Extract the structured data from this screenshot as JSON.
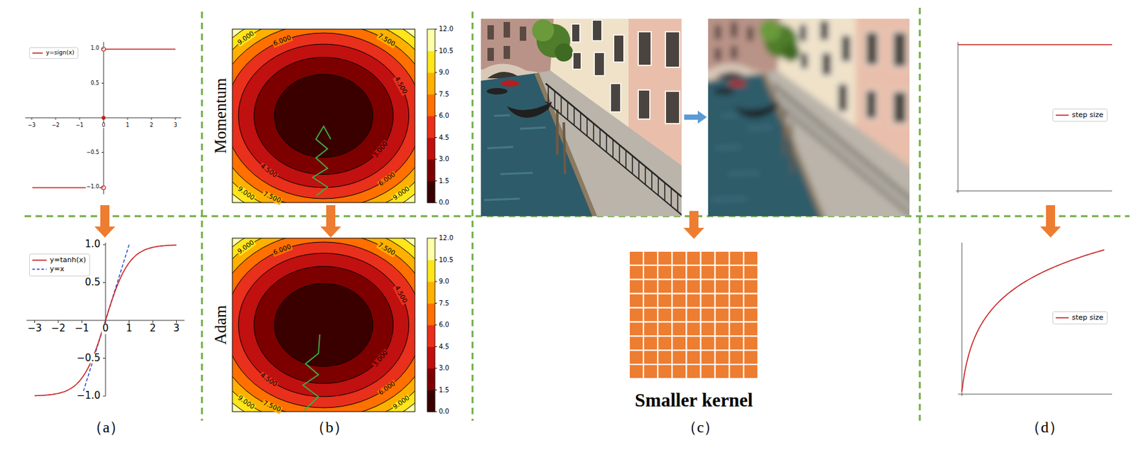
{
  "diagram": {
    "labels": [
      "−3",
      "−2",
      "−1",
      "0",
      "1",
      "2",
      "3",
      "1.0",
      "0.5",
      "−0.5",
      "−1.0",
      "−3",
      "−2",
      "−1",
      "0",
      "1",
      "2",
      "3",
      "1.0",
      "0.5",
      "−0.5",
      "−1.0",
      "Momentum",
      "9.000",
      "6.000",
      "7.500",
      "4.500",
      "3.000",
      "4.500",
      "6.000",
      "7.500",
      "9.000",
      "9.000",
      "12.0",
      "10.5",
      "9.0",
      "7.5",
      "6.0",
      "4.5",
      "3.0",
      "1.5",
      "0.0",
      "Adam",
      "9.000",
      "6.000",
      "7.500",
      "4.500",
      "3.000",
      "4.500",
      "6.000",
      "7.500",
      "9.000",
      "9.000",
      "12.0",
      "10.5",
      "9.0",
      "7.5",
      "6.0",
      "4.5",
      "3.0",
      "1.5",
      "0.0",
      "Smaller kernel",
      "（a）",
      "（b）",
      "（c）",
      "（d）"
    ],
    "legend": [
      {
        "text": "y=sign(x)"
      },
      {
        "text": "y=tanh(x)"
      },
      {
        "text": "y=x"
      },
      {
        "text": "step size"
      },
      {
        "text": "step size"
      }
    ]
  }
}
